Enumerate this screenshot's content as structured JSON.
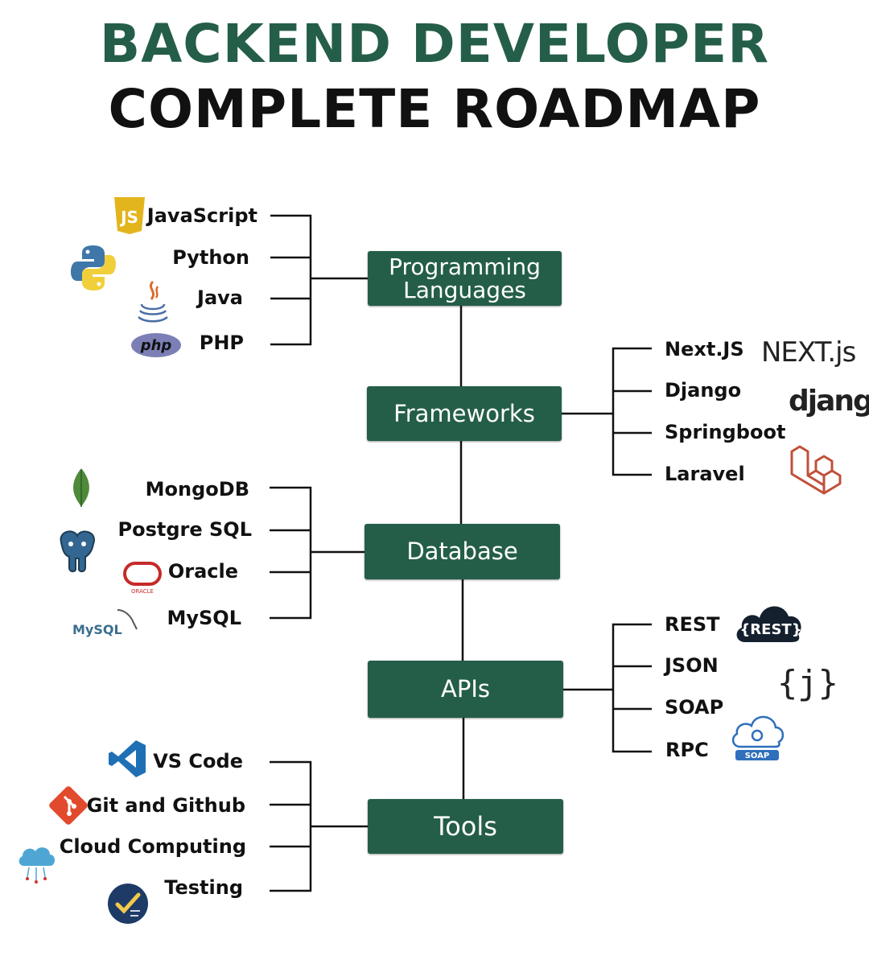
{
  "title": {
    "line1": "BACKEND DEVELOPER",
    "line2": "COMPLETE ROADMAP"
  },
  "colors": {
    "accent": "#245e48",
    "title_line2": "#111111",
    "wire": "#111111"
  },
  "nodes": [
    {
      "label_line1": "Programming",
      "label_line2": "Languages"
    },
    {
      "label": "Frameworks"
    },
    {
      "label": "Database"
    },
    {
      "label": "APIs"
    },
    {
      "label": "Tools"
    }
  ],
  "branches": {
    "languages": [
      {
        "label": "JavaScript",
        "icon": "javascript-icon"
      },
      {
        "label": "Python",
        "icon": "python-icon"
      },
      {
        "label": "Java",
        "icon": "java-icon"
      },
      {
        "label": "PHP",
        "icon": "php-icon"
      }
    ],
    "frameworks": [
      {
        "label": "Next.JS"
      },
      {
        "label": "Django"
      },
      {
        "label": "Springboot"
      },
      {
        "label": "Laravel"
      }
    ],
    "databases": [
      {
        "label": "MongoDB",
        "icon": "mongodb-icon"
      },
      {
        "label": "Postgre SQL",
        "icon": "postgresql-icon"
      },
      {
        "label": "Oracle",
        "icon": "oracle-icon"
      },
      {
        "label": "MySQL",
        "icon": "mysql-icon"
      }
    ],
    "apis": [
      {
        "label": "REST"
      },
      {
        "label": "JSON"
      },
      {
        "label": "SOAP"
      },
      {
        "label": "RPC"
      }
    ],
    "tools": [
      {
        "label": "VS Code",
        "icon": "vscode-icon"
      },
      {
        "label": "Git and Github",
        "icon": "git-icon"
      },
      {
        "label": "Cloud Computing",
        "icon": "cloud-icon"
      },
      {
        "label": "Testing",
        "icon": "testing-icon"
      }
    ]
  },
  "logos": {
    "js": "JS",
    "php": "php",
    "oracle": "ORACLE",
    "mysql": "MySQL",
    "next": "NEXT.js",
    "django": "django",
    "rest": "{REST}",
    "json": "{j}",
    "soap": "SOAP"
  }
}
